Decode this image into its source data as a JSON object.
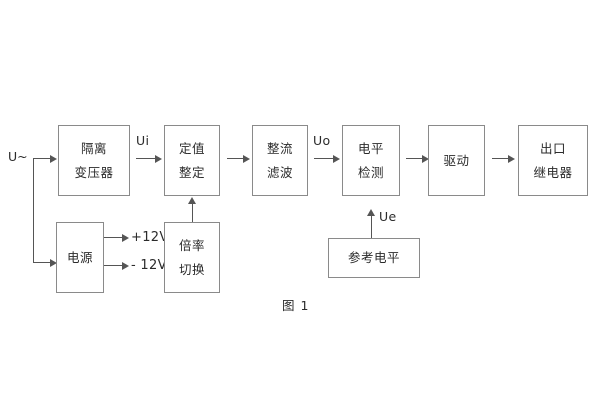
{
  "diagram": {
    "caption": "图 1",
    "input_label": "U~",
    "blocks": [
      {
        "id": "isolation-transformer",
        "lines": [
          "隔离",
          "变压器"
        ]
      },
      {
        "id": "setpoint-adjust",
        "lines": [
          "定值",
          "整定"
        ]
      },
      {
        "id": "rectify-filter",
        "lines": [
          "整流",
          "滤波"
        ]
      },
      {
        "id": "level-detect",
        "lines": [
          "电平",
          "检测"
        ]
      },
      {
        "id": "driver",
        "lines": [
          "驱动"
        ]
      },
      {
        "id": "output-relay",
        "lines": [
          "出口",
          "继电器"
        ]
      },
      {
        "id": "power-supply",
        "lines": [
          "电源"
        ]
      },
      {
        "id": "ratio-switch",
        "lines": [
          "倍率",
          "切换"
        ]
      },
      {
        "id": "reference-level",
        "lines": [
          "参考电平"
        ]
      }
    ],
    "signals": {
      "ui": "Ui",
      "uo": "Uo",
      "ue": "Ue"
    },
    "rails": {
      "positive": "+12V",
      "negative": "- 12V"
    },
    "colors": {
      "box_border": "#8a8a8a",
      "wire": "#555555",
      "text": "#2b2b2b",
      "background": "#ffffff"
    }
  }
}
